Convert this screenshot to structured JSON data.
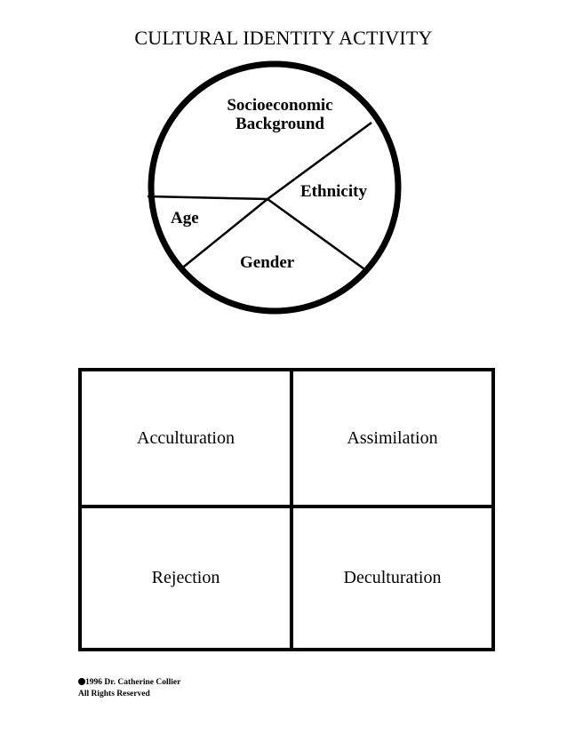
{
  "document": {
    "title": "CULTURAL IDENTITY ACTIVITY",
    "background_color": "#ffffff",
    "ink_color": "#000000"
  },
  "diagram": {
    "name": "cultural-identity-pie",
    "shape": "circle",
    "stroke_color": "#000000",
    "fill_color": "#ffffff",
    "sectors": [
      {
        "id": "socioeconomic",
        "label": "Socioeconomic\nBackground"
      },
      {
        "id": "ethnicity",
        "label": "Ethnicity"
      },
      {
        "id": "age",
        "label": "Age"
      },
      {
        "id": "gender",
        "label": "Gender"
      }
    ]
  },
  "quadrants": {
    "name": "acculturation-matrix",
    "rows": [
      [
        {
          "id": "acculturation",
          "label": "Acculturation"
        },
        {
          "id": "assimilation",
          "label": "Assimilation"
        }
      ],
      [
        {
          "id": "rejection",
          "label": "Rejection"
        },
        {
          "id": "deculturation",
          "label": "Deculturation"
        }
      ]
    ]
  },
  "footer": {
    "copyright_symbol": "copyright-icon",
    "line1": "1996 Dr. Catherine Collier",
    "line2": "All Rights Reserved"
  }
}
